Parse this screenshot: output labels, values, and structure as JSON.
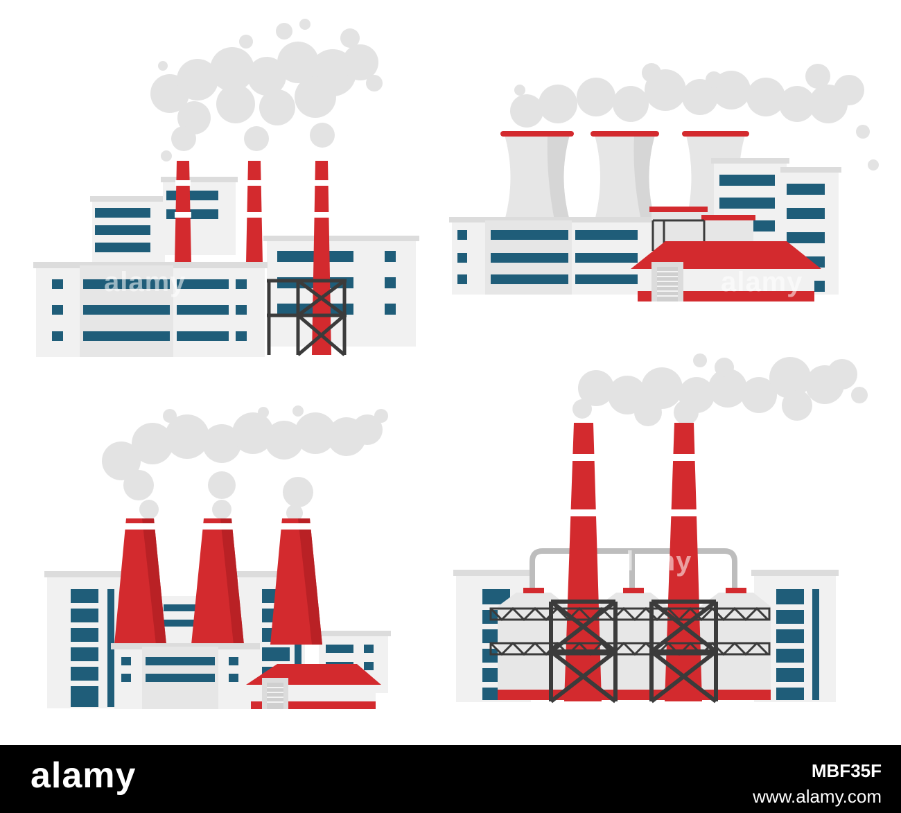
{
  "colors": {
    "smoke": "#e3e3e3",
    "building": "#f1f1f1",
    "building_shade": "#e0e0e0",
    "roof_edge": "#dcdcdc",
    "window": "#1f5d79",
    "chimney_red": "#d32a2e",
    "band_white": "#ffffff",
    "steel": "#3b3b3b",
    "tank": "#e7e7e7",
    "pipe": "#bdbdbd"
  },
  "watermarks": [
    "alamy",
    "alamy",
    "alamy"
  ],
  "footer": {
    "logo": "alamy",
    "image_id": "MBF35F",
    "url": "www.alamy.com"
  }
}
